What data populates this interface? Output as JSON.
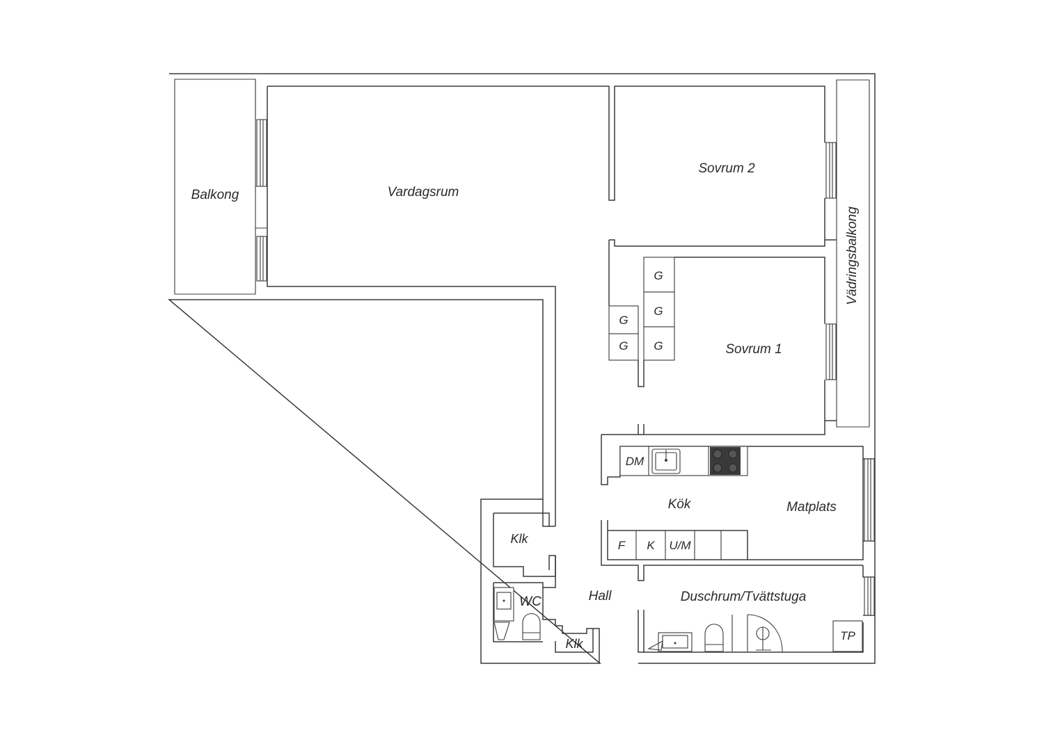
{
  "rooms": {
    "balkong": "Balkong",
    "vardagsrum": "Vardagsrum",
    "sovrum2": "Sovrum 2",
    "vadringsbalkong": "Vädringsbalkong",
    "sovrum1": "Sovrum 1",
    "kok": "Kök",
    "matplats": "Matplats",
    "hall": "Hall",
    "wc": "WC",
    "duschrum": "Duschrum/Tvättstuga",
    "klk_upper": "Klk",
    "klk_lower": "Klk"
  },
  "fixtures": {
    "wardrobe": "G",
    "dishwasher": "DM",
    "fridge": "F",
    "freezer": "K",
    "oven_micro": "U/M",
    "drying_cabinet": "TP"
  }
}
